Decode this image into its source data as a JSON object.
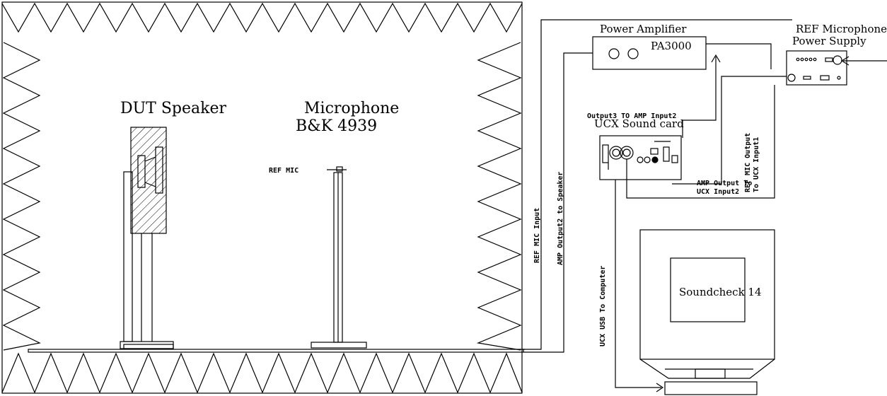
{
  "labels": {
    "dut_speaker": "DUT Speaker",
    "microphone": "Microphone",
    "microphone_model": "B&K 4939",
    "ref_mic": "REF MIC",
    "power_amplifier": "Power Amplifier",
    "pa_model": "PA3000",
    "ref_mic_ps_line1": "REF Microphone",
    "ref_mic_ps_line2": "Power Supply",
    "output3_to_amp": "Output3 TO AMP Input2",
    "ucx_sound_card": "UCX Sound card",
    "ref_mic_output_line1": "REF MIC Output",
    "ref_mic_output_line2": "To UCX Input1",
    "amp_output_line1": "AMP Output To",
    "amp_output_line2": "UCX Input2",
    "ref_mic_input": "REF MIC Input",
    "amp_output2_speaker": "AMP Output2 to Speaker",
    "ucx_usb_computer": "UCX USB To Computer",
    "soundcheck": "Soundcheck 14"
  }
}
